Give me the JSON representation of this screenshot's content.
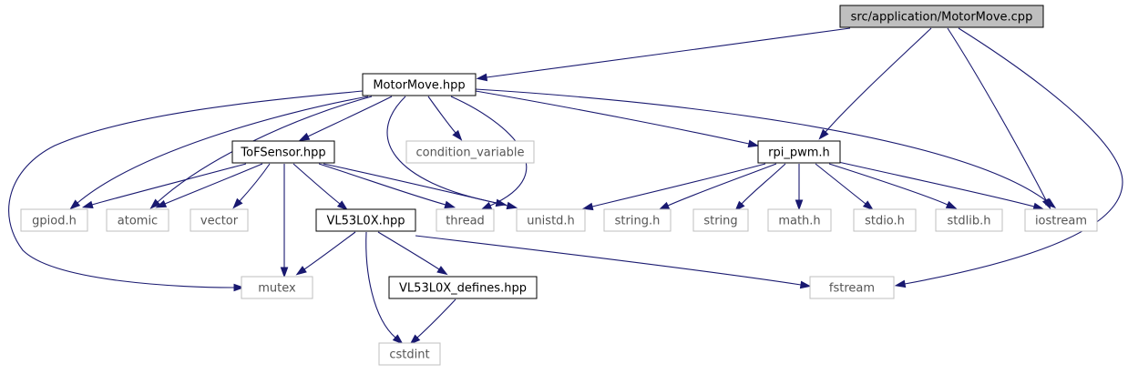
{
  "colors": {
    "edge": "#191970",
    "root_fill": "#bfbfbf",
    "root_border": "#000000",
    "local_border": "#000000",
    "system_border": "#bfbfbf",
    "system_text": "#555555",
    "background": "#ffffff"
  },
  "nodes": {
    "motormove_cpp": {
      "label": "src/application/MotorMove.cpp",
      "kind": "root"
    },
    "motormove_hpp": {
      "label": "MotorMove.hpp",
      "kind": "local"
    },
    "tofsensor_hpp": {
      "label": "ToFSensor.hpp",
      "kind": "local"
    },
    "condition_variable": {
      "label": "condition_variable",
      "kind": "system"
    },
    "rpi_pwm_h": {
      "label": "rpi_pwm.h",
      "kind": "local"
    },
    "gpiod_h": {
      "label": "gpiod.h",
      "kind": "system"
    },
    "atomic": {
      "label": "atomic",
      "kind": "system"
    },
    "vector": {
      "label": "vector",
      "kind": "system"
    },
    "vl53l0x_hpp": {
      "label": "VL53L0X.hpp",
      "kind": "local"
    },
    "thread": {
      "label": "thread",
      "kind": "system"
    },
    "unistd_h": {
      "label": "unistd.h",
      "kind": "system"
    },
    "string_h": {
      "label": "string.h",
      "kind": "system"
    },
    "string": {
      "label": "string",
      "kind": "system"
    },
    "math_h": {
      "label": "math.h",
      "kind": "system"
    },
    "stdio_h": {
      "label": "stdio.h",
      "kind": "system"
    },
    "stdlib_h": {
      "label": "stdlib.h",
      "kind": "system"
    },
    "iostream": {
      "label": "iostream",
      "kind": "system"
    },
    "mutex": {
      "label": "mutex",
      "kind": "system"
    },
    "vl53l0x_defines_hpp": {
      "label": "VL53L0X_defines.hpp",
      "kind": "local"
    },
    "fstream": {
      "label": "fstream",
      "kind": "system"
    },
    "cstdint": {
      "label": "cstdint",
      "kind": "system"
    }
  },
  "edges": [
    {
      "from": "motormove_cpp",
      "to": "motormove_hpp"
    },
    {
      "from": "motormove_cpp",
      "to": "rpi_pwm_h"
    },
    {
      "from": "motormove_cpp",
      "to": "iostream"
    },
    {
      "from": "motormove_cpp",
      "to": "fstream"
    },
    {
      "from": "motormove_hpp",
      "to": "tofsensor_hpp"
    },
    {
      "from": "motormove_hpp",
      "to": "condition_variable"
    },
    {
      "from": "motormove_hpp",
      "to": "rpi_pwm_h"
    },
    {
      "from": "motormove_hpp",
      "to": "gpiod_h"
    },
    {
      "from": "motormove_hpp",
      "to": "atomic"
    },
    {
      "from": "motormove_hpp",
      "to": "mutex"
    },
    {
      "from": "motormove_hpp",
      "to": "thread"
    },
    {
      "from": "motormove_hpp",
      "to": "unistd_h"
    },
    {
      "from": "motormove_hpp",
      "to": "iostream"
    },
    {
      "from": "tofsensor_hpp",
      "to": "gpiod_h"
    },
    {
      "from": "tofsensor_hpp",
      "to": "atomic"
    },
    {
      "from": "tofsensor_hpp",
      "to": "vector"
    },
    {
      "from": "tofsensor_hpp",
      "to": "mutex"
    },
    {
      "from": "tofsensor_hpp",
      "to": "vl53l0x_hpp"
    },
    {
      "from": "tofsensor_hpp",
      "to": "thread"
    },
    {
      "from": "tofsensor_hpp",
      "to": "unistd_h"
    },
    {
      "from": "vl53l0x_hpp",
      "to": "mutex"
    },
    {
      "from": "vl53l0x_hpp",
      "to": "vl53l0x_defines_hpp"
    },
    {
      "from": "vl53l0x_hpp",
      "to": "cstdint"
    },
    {
      "from": "vl53l0x_hpp",
      "to": "fstream"
    },
    {
      "from": "vl53l0x_defines_hpp",
      "to": "cstdint"
    },
    {
      "from": "rpi_pwm_h",
      "to": "unistd_h"
    },
    {
      "from": "rpi_pwm_h",
      "to": "string_h"
    },
    {
      "from": "rpi_pwm_h",
      "to": "string"
    },
    {
      "from": "rpi_pwm_h",
      "to": "math_h"
    },
    {
      "from": "rpi_pwm_h",
      "to": "stdio_h"
    },
    {
      "from": "rpi_pwm_h",
      "to": "stdlib_h"
    },
    {
      "from": "rpi_pwm_h",
      "to": "iostream"
    }
  ]
}
